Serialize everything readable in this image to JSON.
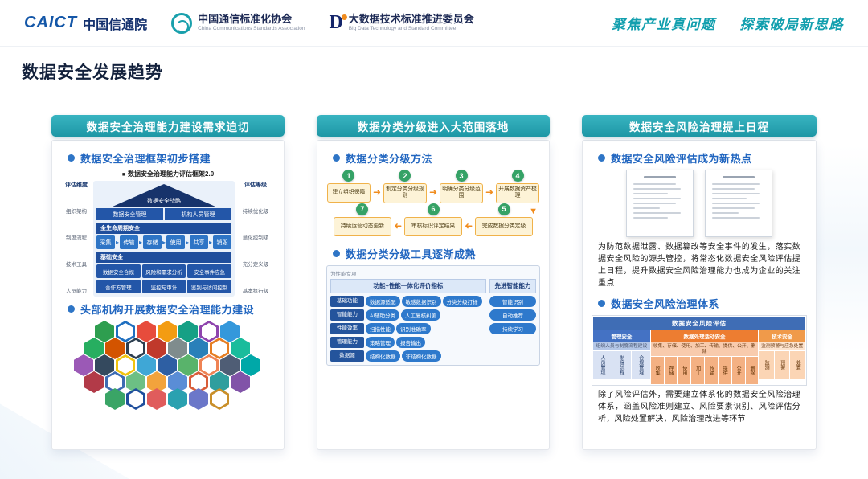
{
  "header": {
    "caict_mark": "CAICT",
    "caict_name": "中国信通院",
    "ccsa_name": "中国通信标准化协会",
    "ccsa_en": "China Communications Standards Association",
    "bdtc_mark": "D",
    "bdtc_name": "大数据技术标准推进委员会",
    "bdtc_en": "Big Data Technology and Standard Committee",
    "slogan_left": "聚焦产业真问题",
    "slogan_right": "探索破局新思路"
  },
  "page_title": "数据安全发展趋势",
  "accent_colors": {
    "teal_header": "#1e97a5",
    "blue_accent": "#2e75c6",
    "orange_accent": "#ed7d31"
  },
  "card1": {
    "header": "数据安全治理能力建设需求迫切",
    "section1_title": "数据安全治理框架初步搭建",
    "framework": {
      "caption": "数据安全治理能力评估框架2.0",
      "strategy": "数据安全战略",
      "band": [
        "数据安全管理",
        "机构人员管理"
      ],
      "left_axis": [
        "评估维度",
        "组织架构",
        "制度流程",
        "技术工具",
        "人员能力"
      ],
      "right_axis": [
        "评估等级",
        "持续优化级",
        "量化控制级",
        "充分定义级",
        "基本执行级"
      ],
      "lifecycle_title": "全生命周期安全",
      "lifecycle": [
        "采集",
        "传输",
        "存储",
        "使用",
        "共享",
        "销毁"
      ],
      "base_title": "基础安全",
      "base_rows": [
        [
          "数据安全合规",
          "风险和需求分析",
          "安全事件应急"
        ],
        [
          "合作方管理",
          "监控与审计",
          "鉴别与访问控制"
        ]
      ]
    },
    "section2_title": "头部机构开展数据安全治理能力建设",
    "hex_colors": [
      "#2e9e4f",
      "#1f6fc0",
      "#e74c3c",
      "#f39c12",
      "#16a085",
      "#8e44ad",
      "#3498db",
      "#27ae60",
      "#d35400",
      "#2c3e50",
      "#c0392b",
      "#7f8c8d",
      "#2980b9",
      "#e67e22",
      "#1abc9c",
      "#9b59b6",
      "#34495e",
      "#f1c40f",
      "#3fa7d6",
      "#2e5fa3",
      "#59b36b",
      "#ef8354",
      "#4f5d75",
      "#00a8a8",
      "#b23a48",
      "#3d6cb3",
      "#6cbf84",
      "#f2a33c",
      "#5a8dd6",
      "#d95d39",
      "#2f9e9e",
      "#8153a8",
      "#3aa566",
      "#1f4e9c",
      "#e05c5c",
      "#2aa1b0",
      "#6b77c9",
      "#c98f2a"
    ]
  },
  "card2": {
    "header": "数据分类分级进入大范围落地",
    "section1_title": "数据分类分级方法",
    "flow_top": [
      {
        "num": "1",
        "label": "建立组织保障"
      },
      {
        "num": "2",
        "label": "制定分类分级规则"
      },
      {
        "num": "3",
        "label": "明确分类分级范围"
      },
      {
        "num": "4",
        "label": "开展数据资产梳理"
      }
    ],
    "flow_bottom": [
      {
        "num": "7",
        "label": "持续运营动态更新"
      },
      {
        "num": "6",
        "label": "审核标识评定结果"
      },
      {
        "num": "5",
        "label": "完成数据分类定级"
      }
    ],
    "section2_title": "数据分类分级工具逐渐成熟",
    "matrix": {
      "side_label": "为性能专项",
      "header": "功能+性能一体化评价指标",
      "right_header": "先进智能能力",
      "rows": [
        {
          "label": "基础功能",
          "pills": [
            "数据源适配",
            "敏感数据识别",
            "分类分级打标"
          ]
        },
        {
          "label": "智能能力",
          "pills": [
            "AI辅助分类",
            "人工复核纠偏"
          ]
        },
        {
          "label": "性能效率",
          "pills": [
            "扫描性能",
            "识别准确率"
          ]
        },
        {
          "label": "管理能力",
          "pills": [
            "策略管理",
            "报告输出"
          ]
        },
        {
          "label": "数据源",
          "pills": [
            "结构化数据",
            "非结构化数据"
          ]
        }
      ],
      "right_pills": [
        "智能识别",
        "自动推荐",
        "持续学习"
      ]
    }
  },
  "card3": {
    "header": "数据安全风险治理提上日程",
    "section1_title": "数据安全风险评估成为新热点",
    "para1": "为防范数据泄露、数据篡改等安全事件的发生，落实数据安全风险的源头管控，将常态化数据安全风险评估提上日程，提升数据安全风险治理能力也成为企业的关注重点",
    "section2_title": "数据安全风险治理体系",
    "risk": {
      "title": "数据安全风险评估",
      "groups": [
        {
          "header": "管理安全",
          "sub": "组织人员与制度流程建设",
          "cells": [
            "人员管理",
            "制度流程",
            "合规管理"
          ],
          "tone": "blue",
          "width": 27
        },
        {
          "header": "数据处理活动安全",
          "sub": "收集、存储、使用、加工、传输、提供、公开、删除",
          "cells": [
            "收集",
            "存储",
            "使用",
            "加工",
            "传输",
            "提供",
            "公开",
            "删除"
          ],
          "tone": "orange",
          "width": 51
        },
        {
          "header": "技术安全",
          "sub": "监测预警与应急处置",
          "cells": [
            "监测",
            "预警",
            "处置"
          ],
          "tone": "orange2",
          "width": 22
        }
      ]
    },
    "para2": "除了风险评估外，需要建立体系化的数据安全风险治理体系，涵盖风险准则建立、风险要素识别、风险评估分析，风险处置解决，风险治理改进等环节"
  }
}
